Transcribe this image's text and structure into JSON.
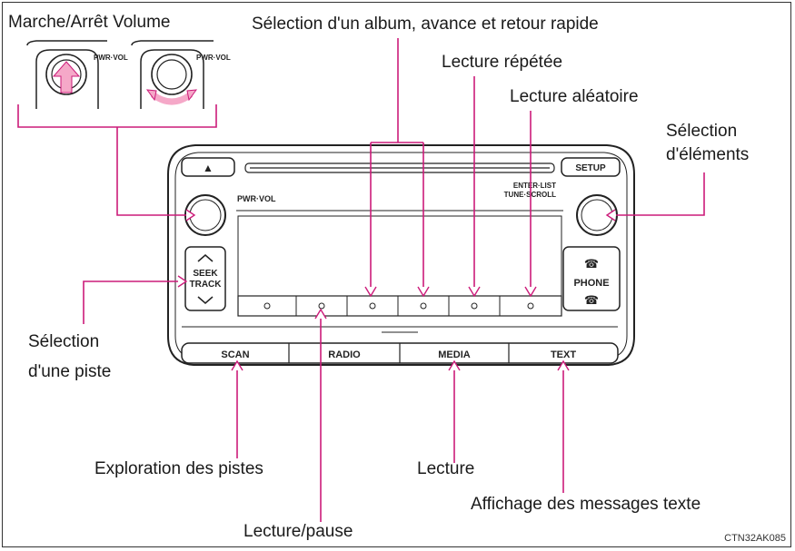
{
  "labels": {
    "power_volume": "Marche/Arrêt Volume",
    "album_select": "Sélection d'un album, avance et retour rapide",
    "repeat": "Lecture répétée",
    "random": "Lecture aléatoire",
    "item_select_line1": "Sélection",
    "item_select_line2": "d'éléments",
    "track_select_line1": "Sélection",
    "track_select_line2": "d'une piste",
    "scan": "Exploration des pistes",
    "play": "Lecture",
    "play_pause": "Lecture/pause",
    "text_messages": "Affichage des messages texte"
  },
  "device": {
    "pwr_vol": "PWR·VOL",
    "enter_list": "ENTER·LIST",
    "tune_scroll": "TUNE·SCROLL",
    "setup": "SETUP",
    "eject_symbol": "▲",
    "seek": "SEEK",
    "track": "TRACK",
    "phone": "PHONE",
    "bottom_buttons": [
      "SCAN",
      "RADIO",
      "MEDIA",
      "TEXT"
    ],
    "preset_symbol": "○"
  },
  "figure_code": "CTN32AK085",
  "colors": {
    "callout": "#cc1b7a",
    "arrow_fill": "#f5a8c8",
    "line": "#222222"
  }
}
